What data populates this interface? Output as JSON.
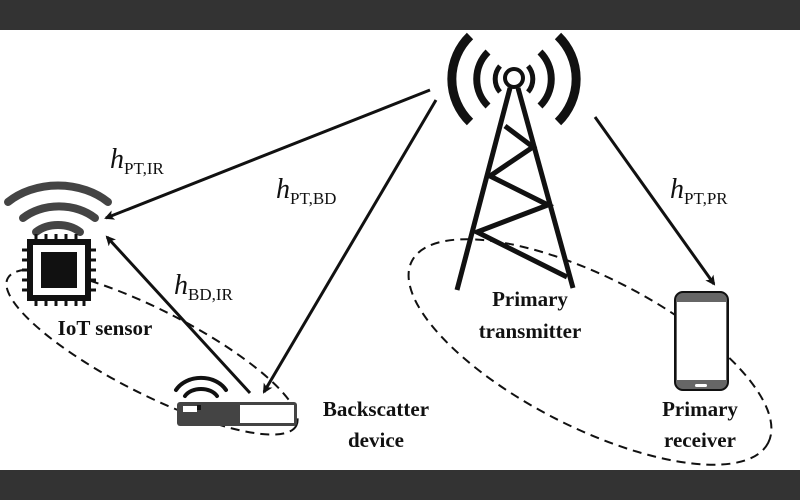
{
  "nodes": {
    "iot_sensor": "IoT sensor",
    "backscatter_line1": "Backscatter",
    "backscatter_line2": "device",
    "transmitter_line1": "Primary",
    "transmitter_line2": "transmitter",
    "receiver_line1": "Primary",
    "receiver_line2": "receiver"
  },
  "channels": {
    "pt_ir": {
      "symbol": "h",
      "subscript": "PT,IR"
    },
    "pt_bd": {
      "symbol": "h",
      "subscript": "PT,BD"
    },
    "bd_ir": {
      "symbol": "h",
      "subscript": "BD,IR"
    },
    "pt_pr": {
      "symbol": "h",
      "subscript": "PT,PR"
    }
  },
  "colors": {
    "ink": "#111111",
    "device_gray": "#555555",
    "frame": "#333333"
  }
}
